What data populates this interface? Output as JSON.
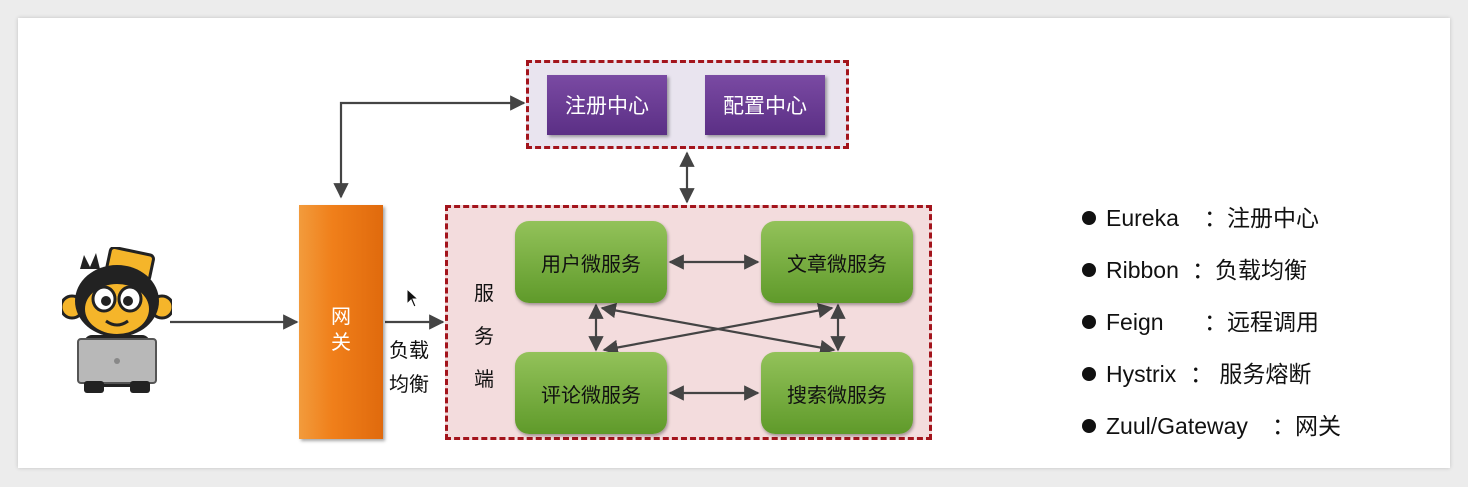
{
  "registry_group": {
    "items": [
      "注册中心",
      "配置中心"
    ]
  },
  "gateway": {
    "label_line1": "网",
    "label_line2": "关"
  },
  "load_balance_label": {
    "line1": "负载",
    "line2": "均衡"
  },
  "service_group": {
    "label": [
      "服",
      "务",
      "端"
    ],
    "services": [
      "用户微服务",
      "文章微服务",
      "评论微服务",
      "搜索微服务"
    ]
  },
  "legend": [
    {
      "name": "Eureka",
      "desc": "：注册中心"
    },
    {
      "name": "Ribbon",
      "desc": "：负载均衡"
    },
    {
      "name": "Feign",
      "desc": "：远程调用"
    },
    {
      "name": "Hystrix",
      "desc": "： 服务熔断"
    },
    {
      "name": "Zuul/Gateway",
      "desc": "：网关"
    }
  ],
  "colors": {
    "dashed_border": "#a3141c",
    "registry_bg": "#e9e4ef",
    "service_bg": "#f3dcdd",
    "purple": "#5b2f85",
    "green": "#6fa336",
    "gateway_orange": "#f07f1a"
  },
  "icons": {
    "client": "monkey-mascot-with-laptop-icon",
    "cursor": "mouse-cursor-icon"
  }
}
